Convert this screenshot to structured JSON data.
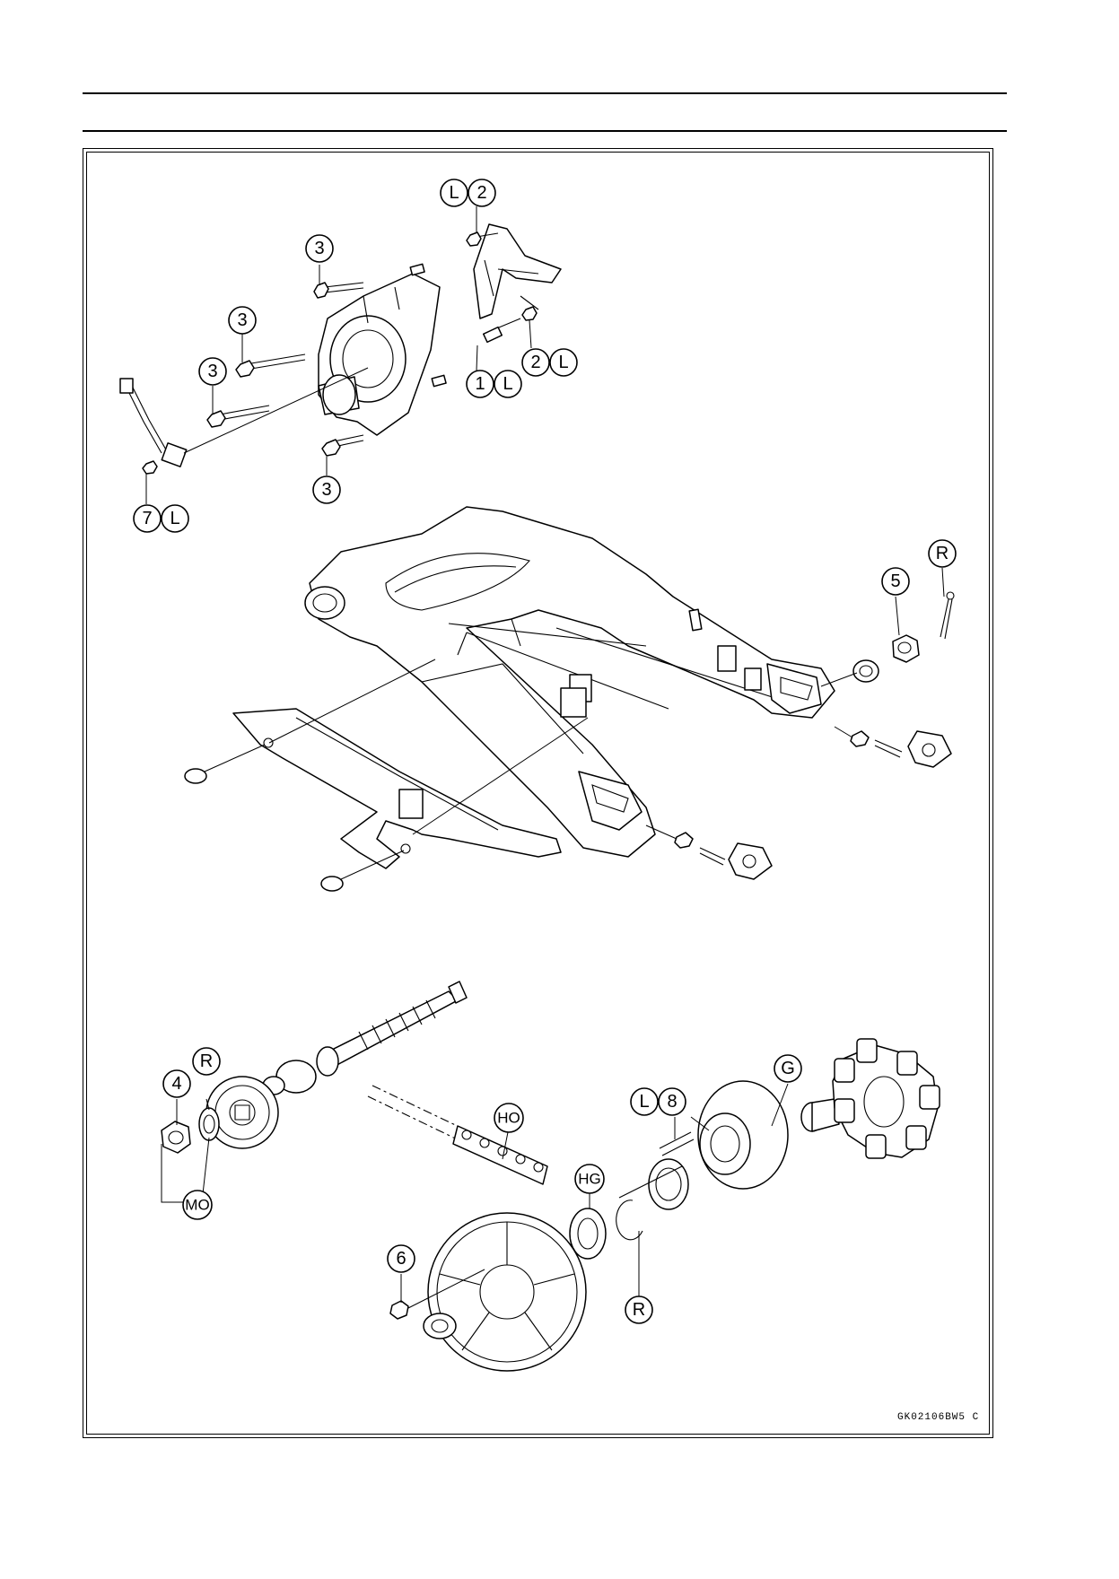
{
  "drawing_code": "GK02106BW5 C",
  "callouts": [
    {
      "id": "c-L-2-top",
      "labels": [
        "L",
        "2"
      ]
    },
    {
      "id": "c-3-a",
      "labels": [
        "3"
      ]
    },
    {
      "id": "c-3-b",
      "labels": [
        "3"
      ]
    },
    {
      "id": "c-3-c",
      "labels": [
        "3"
      ]
    },
    {
      "id": "c-3-d",
      "labels": [
        "3"
      ]
    },
    {
      "id": "c-1-L",
      "labels": [
        "1",
        "L"
      ]
    },
    {
      "id": "c-2-L",
      "labels": [
        "2",
        "L"
      ]
    },
    {
      "id": "c-7-L",
      "labels": [
        "7",
        "L"
      ]
    },
    {
      "id": "c-R-top",
      "labels": [
        "R"
      ]
    },
    {
      "id": "c-5",
      "labels": [
        "5"
      ]
    },
    {
      "id": "c-4",
      "labels": [
        "4"
      ]
    },
    {
      "id": "c-R-left",
      "labels": [
        "R"
      ]
    },
    {
      "id": "c-MO",
      "labels": [
        "MO"
      ]
    },
    {
      "id": "c-HO",
      "labels": [
        "HO"
      ]
    },
    {
      "id": "c-HG",
      "labels": [
        "HG"
      ]
    },
    {
      "id": "c-L-8",
      "labels": [
        "L",
        "8"
      ]
    },
    {
      "id": "c-G",
      "labels": [
        "G"
      ]
    },
    {
      "id": "c-6",
      "labels": [
        "6"
      ]
    },
    {
      "id": "c-R-bottom",
      "labels": [
        "R"
      ]
    }
  ]
}
